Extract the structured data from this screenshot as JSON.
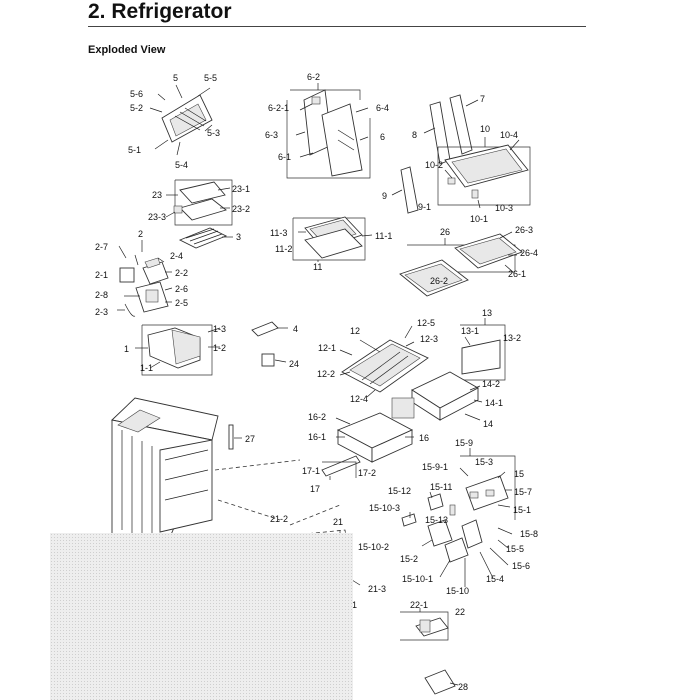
{
  "header": {
    "title": "2.  Refrigerator",
    "subtitle": "Exploded View"
  },
  "part_labels": [
    "5",
    "5-5",
    "5-6",
    "5-2",
    "5-3",
    "5-1",
    "5-4",
    "6-2",
    "6-2-1",
    "6-4",
    "6-3",
    "6",
    "6-1",
    "7",
    "8",
    "10",
    "10-4",
    "10-2",
    "9",
    "9-1",
    "10-3",
    "10-1",
    "23",
    "23-1",
    "23-2",
    "23-3",
    "3",
    "2",
    "2-7",
    "2-4",
    "2-1",
    "2-2",
    "2-6",
    "2-8",
    "2-5",
    "2-3",
    "11-3",
    "11-1",
    "11-2",
    "11",
    "26",
    "26-3",
    "26-4",
    "26-2",
    "26-1",
    "12-5",
    "13",
    "12",
    "12-3",
    "13-1",
    "13-2",
    "12-1",
    "1-3",
    "1-2",
    "1",
    "1-1",
    "4",
    "24",
    "12-2",
    "14-2",
    "12-4",
    "14-1",
    "14",
    "16-2",
    "16-1",
    "16",
    "15-9",
    "27",
    "17-1",
    "17-2",
    "17",
    "15-9-1",
    "15-3",
    "15",
    "15-12",
    "15-11",
    "15-7",
    "15-10-3",
    "15-1",
    "21-2",
    "21",
    "15-13",
    "15-8",
    "15-5",
    "15-10-2",
    "15-2",
    "15-6",
    "15-10-1",
    "15-4",
    "21-3",
    "15-10",
    "-1",
    "22-1",
    "22",
    "28"
  ]
}
